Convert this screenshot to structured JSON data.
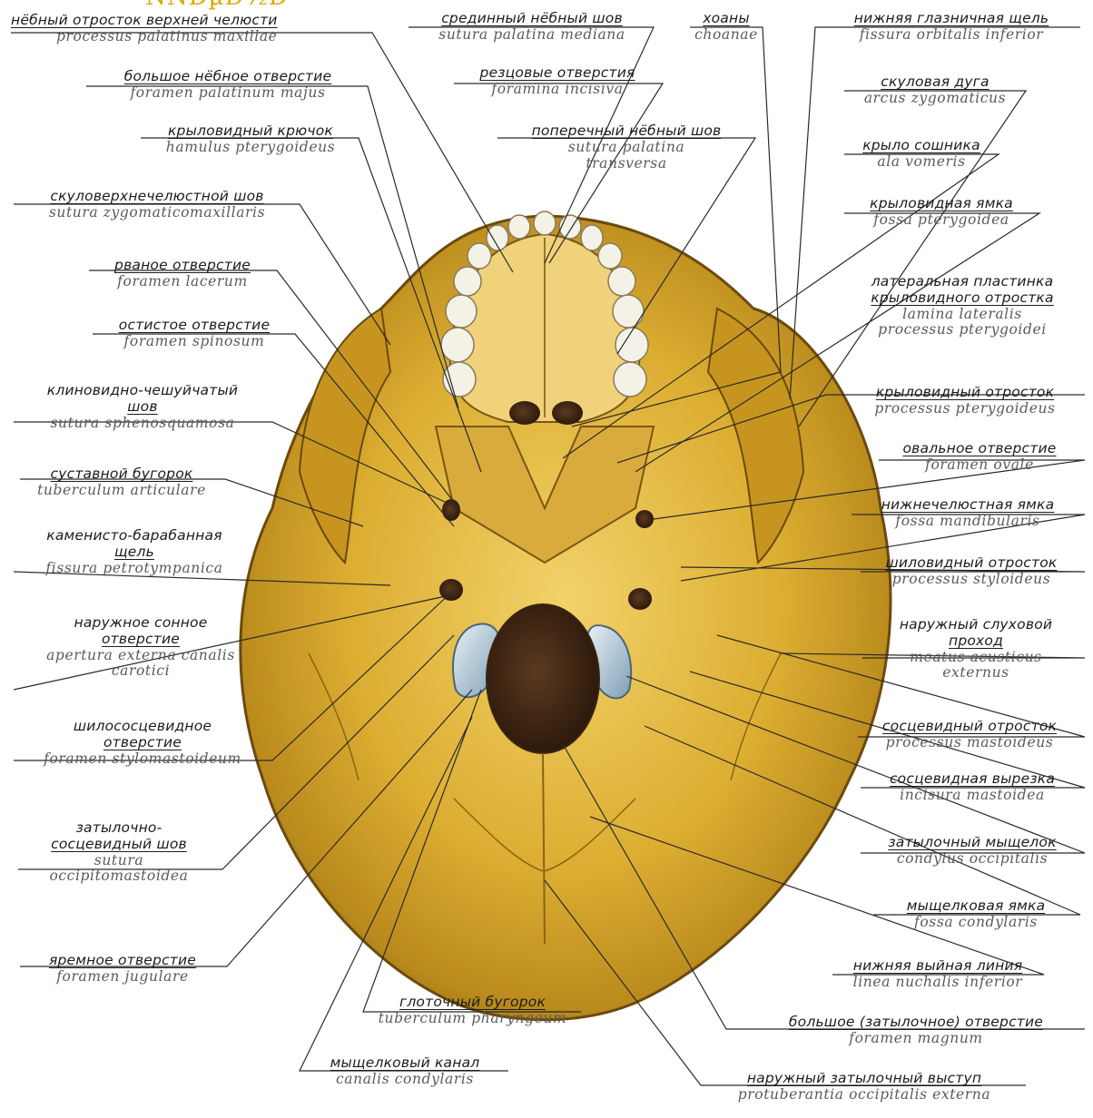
{
  "top_fragment": "ÑÑÐµÐ½Ð°",
  "labels": [
    {
      "id": "processus-palatinus",
      "ru": "нёбный отросток верхней челюсти",
      "la": "processus palatinus maxillae"
    },
    {
      "id": "foramen-palatinum-majus",
      "ru": "большое нёбное отверстие",
      "la": "foramen palatinum majus"
    },
    {
      "id": "hamulus",
      "ru": "крыловидный крючок",
      "la": "hamulus pterygoideus"
    },
    {
      "id": "sutura-zygomaticomaxillaris",
      "ru": "скуловерхнечелюстной шов",
      "la": "sutura zygomaticomaxillaris"
    },
    {
      "id": "foramen-lacerum",
      "ru": "рваное отверстие",
      "la": "foramen lacerum"
    },
    {
      "id": "foramen-spinosum",
      "ru": "остистое отверстие",
      "la": "foramen spinosum"
    },
    {
      "id": "sutura-sphenosquamosa",
      "ru": [
        "клиновидно-чешуйчатый",
        "шов"
      ],
      "la": "sutura sphenosquamosa"
    },
    {
      "id": "tuberculum-articulare",
      "ru": "суставной бугорок",
      "la": "tuberculum articulare"
    },
    {
      "id": "fissura-petrotympanica",
      "ru": [
        "каменисто-барабанная",
        "щель"
      ],
      "la": "fissura petrotympanica"
    },
    {
      "id": "apertura-canalis-carotici",
      "ru": [
        "наружное сонное",
        "отверстие"
      ],
      "la": [
        "apertura externa canalis",
        "carotici"
      ]
    },
    {
      "id": "foramen-stylomastoideum",
      "ru": [
        "шилососцевидное",
        "отверстие"
      ],
      "la": "foramen stylomastoideum"
    },
    {
      "id": "sutura-occipitomastoidea",
      "ru": [
        "затылочно-",
        "сосцевидный шов"
      ],
      "la": [
        "sutura",
        "occipitomastoidea"
      ]
    },
    {
      "id": "foramen-jugulare",
      "ru": "яремное отверстие",
      "la": "foramen jugulare"
    },
    {
      "id": "sutura-palatina-mediana",
      "ru": "срединный нёбный шов",
      "la": "sutura palatina mediana"
    },
    {
      "id": "choanae",
      "ru": "хоаны",
      "la": "choanae"
    },
    {
      "id": "foramina-incisiva",
      "ru": "резцовые отверстия",
      "la": "foramina incisiva"
    },
    {
      "id": "sutura-palatina-transversa",
      "ru": "поперечный нёбный шов",
      "la": [
        "sutura palatina",
        "transversa"
      ]
    },
    {
      "id": "fissura-orbitalis-inferior",
      "ru": "нижняя глазничная щель",
      "la": "fissura orbitalis inferior"
    },
    {
      "id": "arcus-zygomaticus",
      "ru": "скуловая дуга",
      "la": "arcus zygomaticus"
    },
    {
      "id": "ala-vomeris",
      "ru": "крыло сошника",
      "la": "ala vomeris"
    },
    {
      "id": "fossa-pterygoidea",
      "ru": "крыловидная ямка",
      "la": "fossa pterygoidea"
    },
    {
      "id": "lamina-lateralis",
      "ru": [
        "латеральная пластинка",
        "крыловидного отростка"
      ],
      "la": [
        "lamina lateralis",
        "processus pterygoidei"
      ]
    },
    {
      "id": "processus-pterygoideus",
      "ru": "крыловидный отросток",
      "la": "processus pterygoideus"
    },
    {
      "id": "foramen-ovale",
      "ru": "овальное отверстие",
      "la": "foramen ovale"
    },
    {
      "id": "fossa-mandibularis",
      "ru": "нижнечелюстная ямка",
      "la": "fossa mandibularis"
    },
    {
      "id": "processus-styloideus",
      "ru": "шиловидный отросток",
      "la": "processus styloideus"
    },
    {
      "id": "meatus-acusticus",
      "ru": [
        "наружный слуховой",
        "проход"
      ],
      "la": [
        "meatus acusticus",
        "externus"
      ]
    },
    {
      "id": "processus-mastoideus",
      "ru": "сосцевидный отросток",
      "la": "processus mastoideus"
    },
    {
      "id": "incisura-mastoidea",
      "ru": "сосцевидная вырезка",
      "la": "incisura mastoidea"
    },
    {
      "id": "condylus-occipitalis",
      "ru": "затылочный мыщелок",
      "la": "condylus occipitalis"
    },
    {
      "id": "fossa-condylaris",
      "ru": "мыщелковая ямка",
      "la": "fossa condylaris"
    },
    {
      "id": "linea-nuchalis",
      "ru": "нижняя выйная линия",
      "la": "linea nuchalis inferior"
    },
    {
      "id": "foramen-magnum",
      "ru": "большое (затылочное) отверстие",
      "la": "foramen magnum"
    },
    {
      "id": "protuberantia",
      "ru": "наружный затылочный выступ",
      "la": "protuberantia occipitalis externa"
    },
    {
      "id": "tuberculum-pharyngeum",
      "ru": "глоточный бугорок",
      "la": "tuberculum pharyngeum"
    },
    {
      "id": "canalis-condylaris",
      "ru": "мыщелковый канал",
      "la": "canalis condylaris"
    }
  ]
}
